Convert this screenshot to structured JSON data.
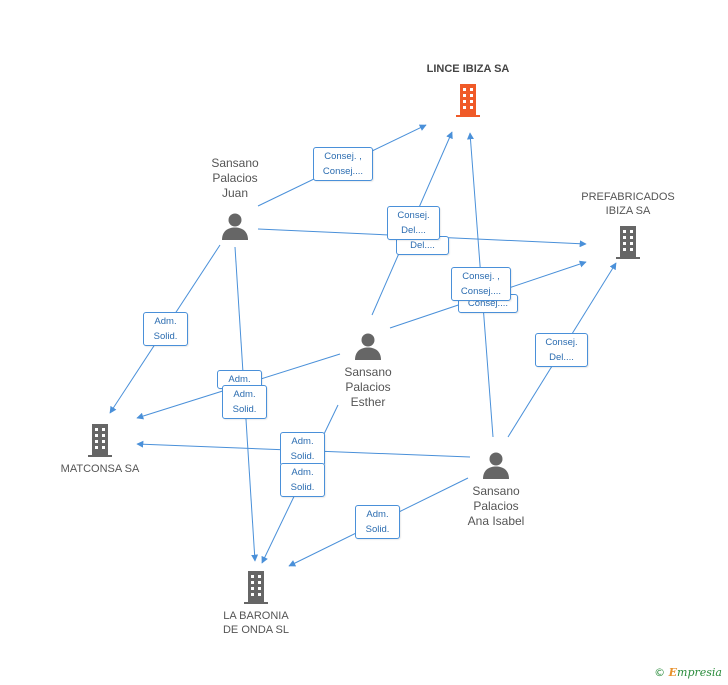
{
  "nodes": {
    "lince": {
      "label": "LINCE IBIZA SA",
      "kind": "company",
      "color": "#f05a28"
    },
    "prefabricados": {
      "label": "PREFABRICADOS\nIBIZA SA",
      "kind": "company",
      "color": "#666666"
    },
    "matconsa": {
      "label": "MATCONSA SA",
      "kind": "company",
      "color": "#666666"
    },
    "labaronia": {
      "label": "LA BARONIA\nDE ONDA SL",
      "kind": "company",
      "color": "#666666"
    },
    "juan": {
      "label": "Sansano\nPalacios\nJuan",
      "kind": "person",
      "color": "#666666"
    },
    "esther": {
      "label": "Sansano\nPalacios\nEsther",
      "kind": "person",
      "color": "#666666"
    },
    "ana": {
      "label": "Sansano\nPalacios\nAna Isabel",
      "kind": "person",
      "color": "#666666"
    }
  },
  "edge_labels": {
    "juan_lince": "Consej. ,\nConsej....",
    "esther_lince_back": "Del....",
    "esther_lince": "Consej.\nDel....",
    "esther_pref_back": "Consej....",
    "esther_pref": "Consej. ,\nConsej....",
    "ana_pref": "Consej.\nDel....",
    "juan_matconsa": "Adm.\nSolid.",
    "esther_matconsa_back": "Adm.",
    "juan_baronia": "Adm.\nSolid.",
    "ana_matconsa": "Adm.\nSolid.",
    "esther_baronia": "Adm.\nSolid.",
    "ana_baronia": "Adm.\nSolid."
  },
  "colors": {
    "edge": "#4a90d9",
    "highlight": "#f05a28",
    "icon": "#666666"
  },
  "footer": {
    "copyright": "©",
    "brand_first": "E",
    "brand_rest": "mpresia"
  }
}
